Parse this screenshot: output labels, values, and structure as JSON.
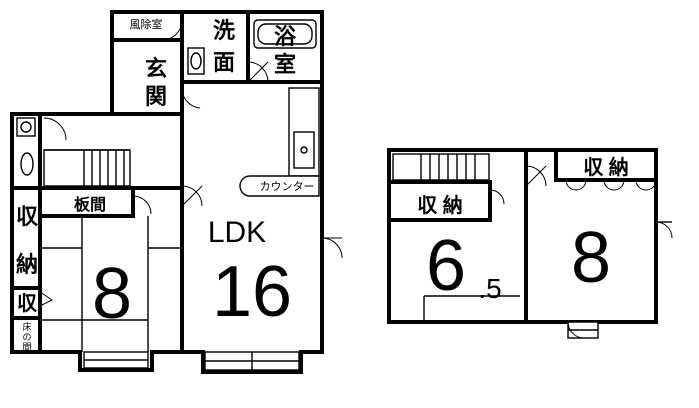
{
  "plan": {
    "floor1": {
      "wind_room": "風除室",
      "washroom": [
        "洗",
        "面"
      ],
      "bath": [
        "浴",
        "室"
      ],
      "entrance": [
        "玄",
        "関"
      ],
      "counter": "カウンター",
      "ldk_label": "LDK",
      "ldk_size": "16",
      "itama": "板間",
      "storage_left": [
        "収",
        "納"
      ],
      "storage_small": "収",
      "tokonoma": [
        "床",
        "の",
        "間"
      ],
      "tatami_room_size": "8"
    },
    "floor2": {
      "storage_a": "収 納",
      "storage_b": "収 納",
      "room_a_size": "6",
      "room_a_fraction": ".5",
      "room_b_size": "8"
    }
  }
}
